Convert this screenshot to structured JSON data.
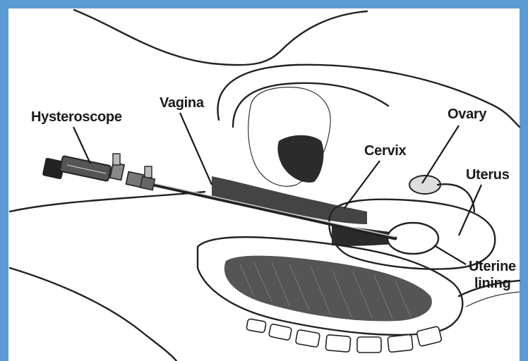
{
  "labels": {
    "hysteroscope": "Hysteroscope",
    "vagina": "Vagina",
    "cervix": "Cervix",
    "ovary": "Ovary",
    "uterus": "Uterus",
    "uterine_lining_line1": "Uterine",
    "uterine_lining_line2": "lining"
  },
  "colors": {
    "frame_border": "#5b9bd5",
    "ink": "#1a1a1a",
    "cavity_fill": "#2b2b2b"
  },
  "icons": [
    "hysteroscope-instrument",
    "ovary-icon",
    "uterus-shape",
    "bowel-shape"
  ]
}
